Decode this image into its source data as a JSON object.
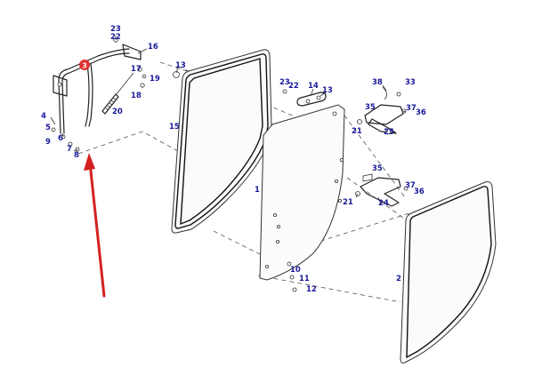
{
  "colors": {
    "callout_text": "#1a1a9c",
    "arrow": "#d42020",
    "badge": "#e03030",
    "line": "#222222"
  },
  "badge": {
    "text": "3"
  },
  "callouts": [
    {
      "id": "c23a",
      "text": "23"
    },
    {
      "id": "c22a",
      "text": "22"
    },
    {
      "id": "c16",
      "text": "16"
    },
    {
      "id": "c17",
      "text": "17"
    },
    {
      "id": "c19",
      "text": "19"
    },
    {
      "id": "c18",
      "text": "18"
    },
    {
      "id": "c20",
      "text": "20"
    },
    {
      "id": "c13a",
      "text": "13"
    },
    {
      "id": "c15",
      "text": "15"
    },
    {
      "id": "c4",
      "text": "4"
    },
    {
      "id": "c5",
      "text": "5"
    },
    {
      "id": "c6",
      "text": "6"
    },
    {
      "id": "c9",
      "text": "9"
    },
    {
      "id": "c7",
      "text": "7"
    },
    {
      "id": "c8",
      "text": "8"
    },
    {
      "id": "c23b",
      "text": "23"
    },
    {
      "id": "c22b",
      "text": "22"
    },
    {
      "id": "c14",
      "text": "14"
    },
    {
      "id": "c13b",
      "text": "13"
    },
    {
      "id": "c1",
      "text": "1"
    },
    {
      "id": "c38",
      "text": "38"
    },
    {
      "id": "c33",
      "text": "33"
    },
    {
      "id": "c35a",
      "text": "35"
    },
    {
      "id": "c37a",
      "text": "37"
    },
    {
      "id": "c36a",
      "text": "36"
    },
    {
      "id": "c21a",
      "text": "21"
    },
    {
      "id": "c25",
      "text": "25"
    },
    {
      "id": "c35b",
      "text": "35"
    },
    {
      "id": "c37b",
      "text": "37"
    },
    {
      "id": "c36b",
      "text": "36"
    },
    {
      "id": "c21b",
      "text": "21"
    },
    {
      "id": "c24",
      "text": "24"
    },
    {
      "id": "c2",
      "text": "2"
    },
    {
      "id": "c10",
      "text": "10"
    },
    {
      "id": "c11",
      "text": "11"
    },
    {
      "id": "c12",
      "text": "12"
    }
  ]
}
